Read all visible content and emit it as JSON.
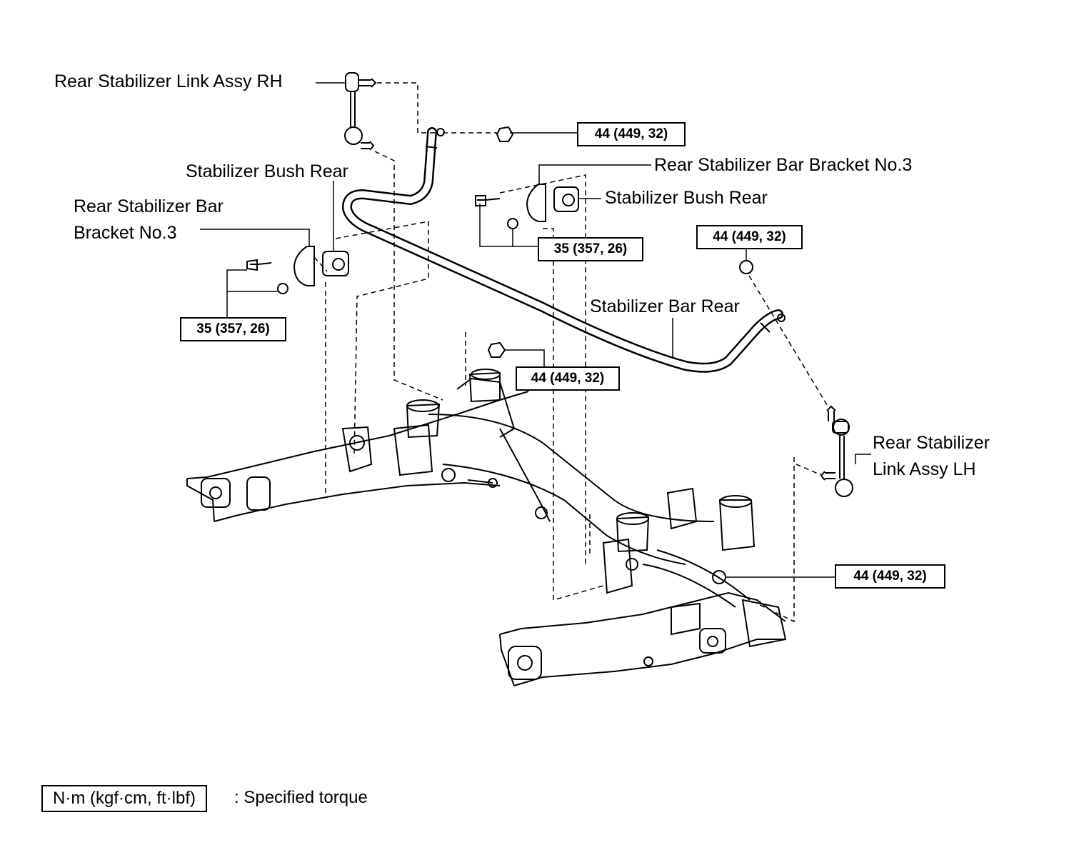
{
  "labels": {
    "link_rh": "Rear Stabilizer Link Assy RH",
    "bush_left": "Stabilizer Bush Rear",
    "bracket_left_1": "Rear Stabilizer Bar",
    "bracket_left_2": "Bracket No.3",
    "bracket_right": "Rear Stabilizer Bar Bracket No.3",
    "bush_right": "Stabilizer Bush Rear",
    "stab_bar": "Stabilizer Bar Rear",
    "link_lh_1": "Rear Stabilizer",
    "link_lh_2": "Link Assy LH"
  },
  "torques": {
    "top_nut": "44 (449, 32)",
    "right_bracket_bolts": "35 (357, 26)",
    "lh_link_upper": "44 (449, 32)",
    "left_bracket_bolts": "35 (357, 26)",
    "center_nut": "44 (449, 32)",
    "lh_link_lower": "44 (449, 32)"
  },
  "legend": {
    "unit": "N·m (kgf·cm, ft·lbf)",
    "description": ": Specified torque"
  }
}
